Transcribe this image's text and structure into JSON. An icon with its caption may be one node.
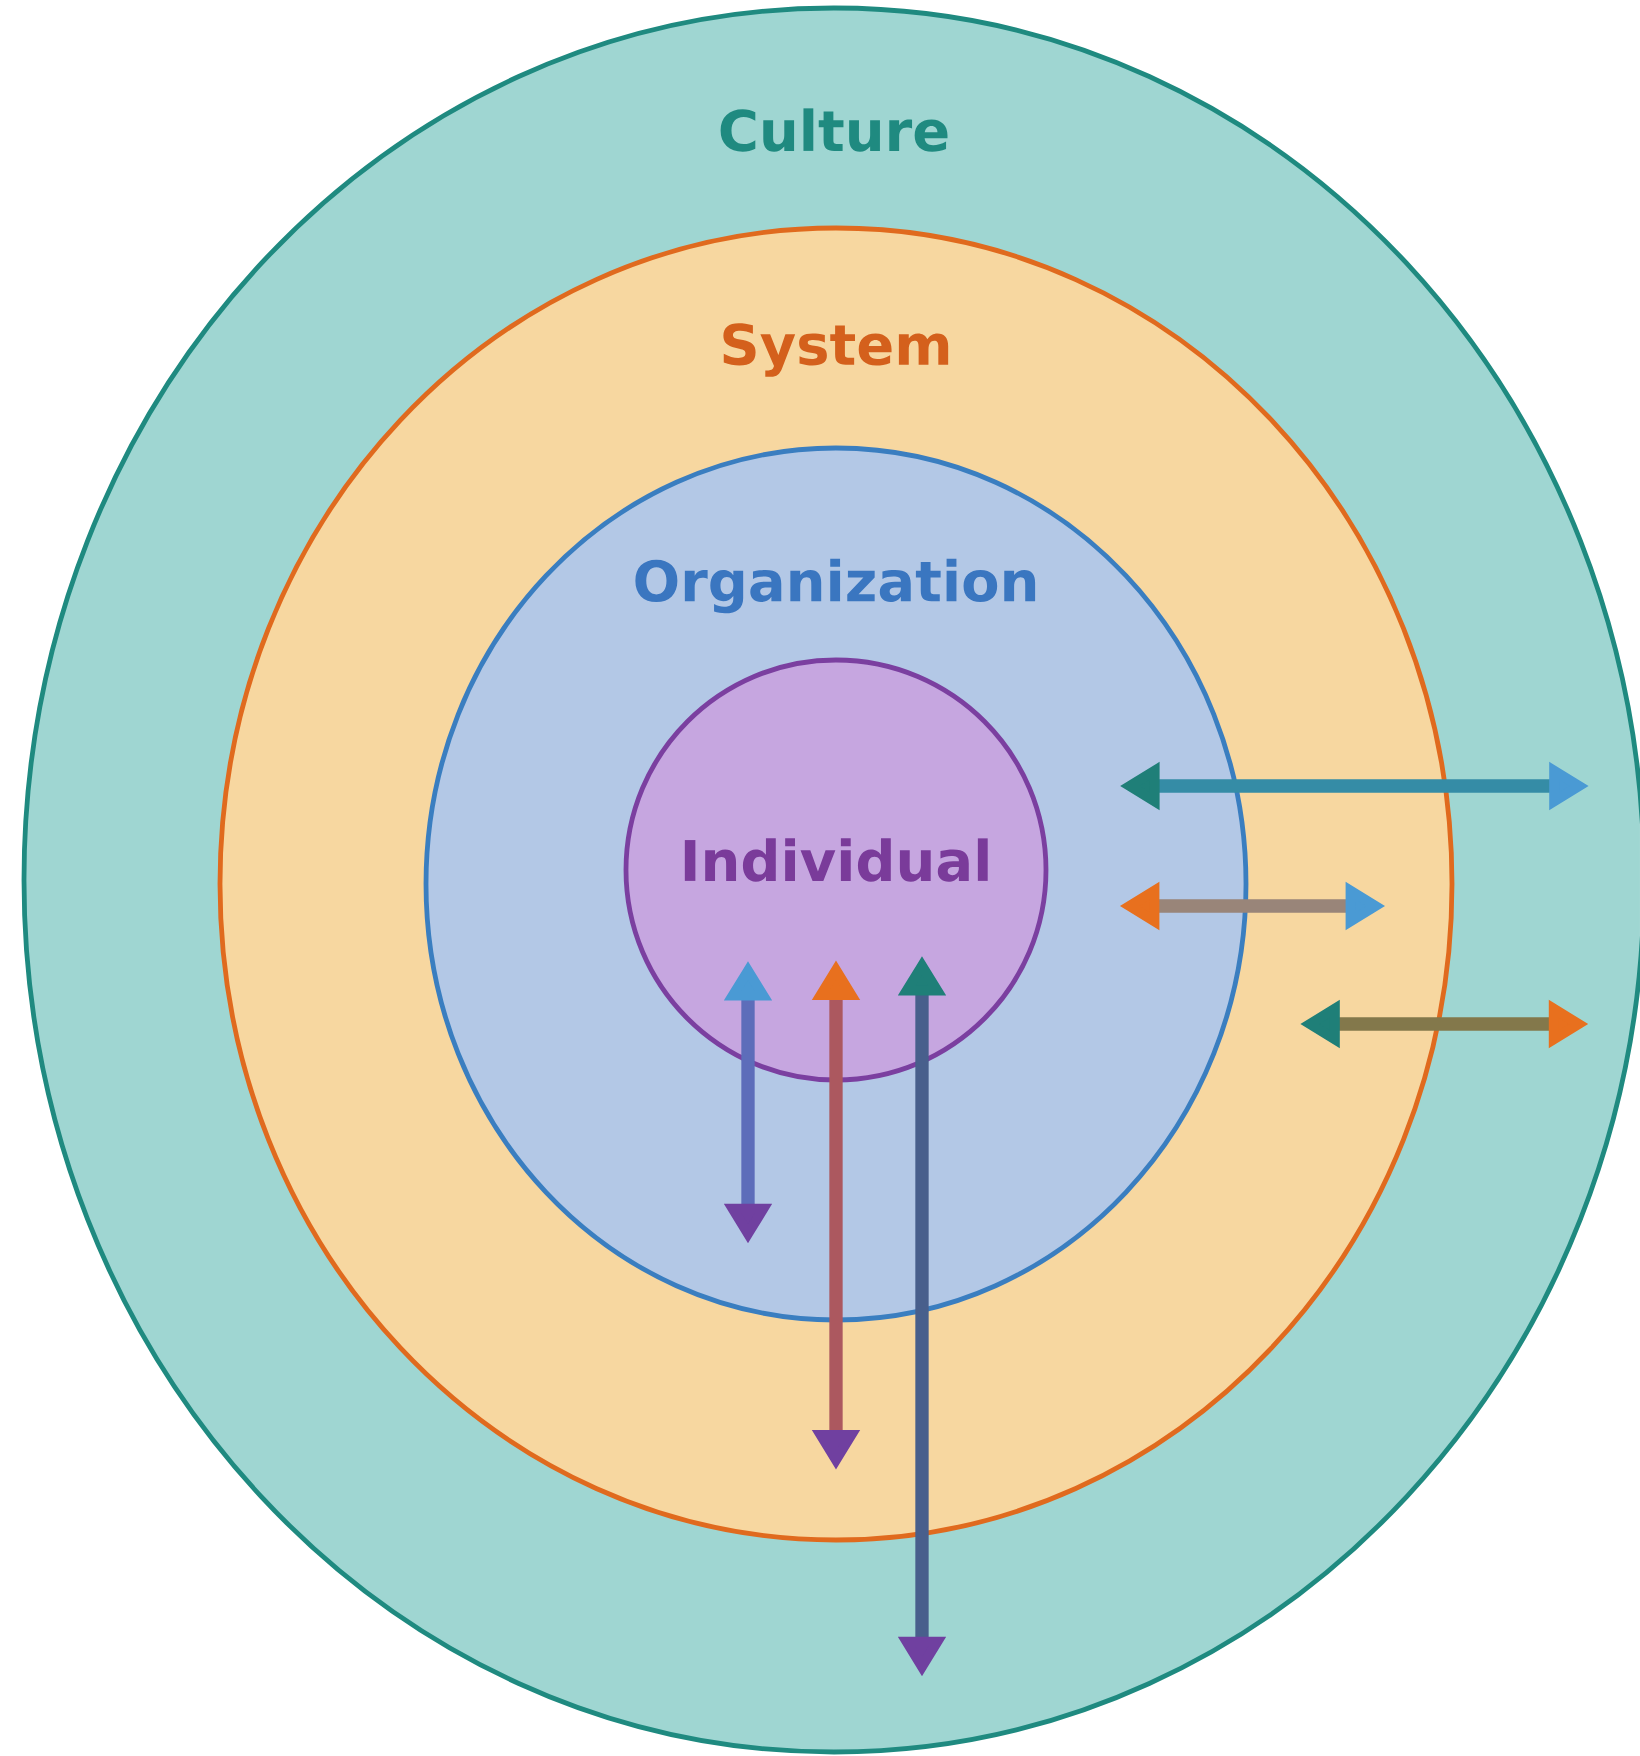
{
  "diagram": {
    "nodes": [
      {
        "text": [
          "Culture"
        ]
      },
      {
        "text": [
          "System"
        ],
        "in": 0
      },
      {
        "text": [
          "Organization"
        ],
        "in": 1
      },
      {
        "text": [
          "Individual"
        ],
        "in": 2
      }
    ],
    "edges": [
      {
        "from": 3,
        "to": 2,
        "arrow": "both"
      },
      {
        "from": 3,
        "to": 1,
        "arrow": "both",
        "color": "#ac585f"
      },
      {
        "from": 3,
        "to": 0,
        "arrow": "both"
      },
      {
        "from": 2,
        "to": 0,
        "arrow": "both"
      },
      {
        "from": 2,
        "to": 1,
        "arrow": "both"
      },
      {
        "from": 1,
        "to": 0,
        "arrow": "both",
        "color": "#83784b"
      }
    ]
  }
}
